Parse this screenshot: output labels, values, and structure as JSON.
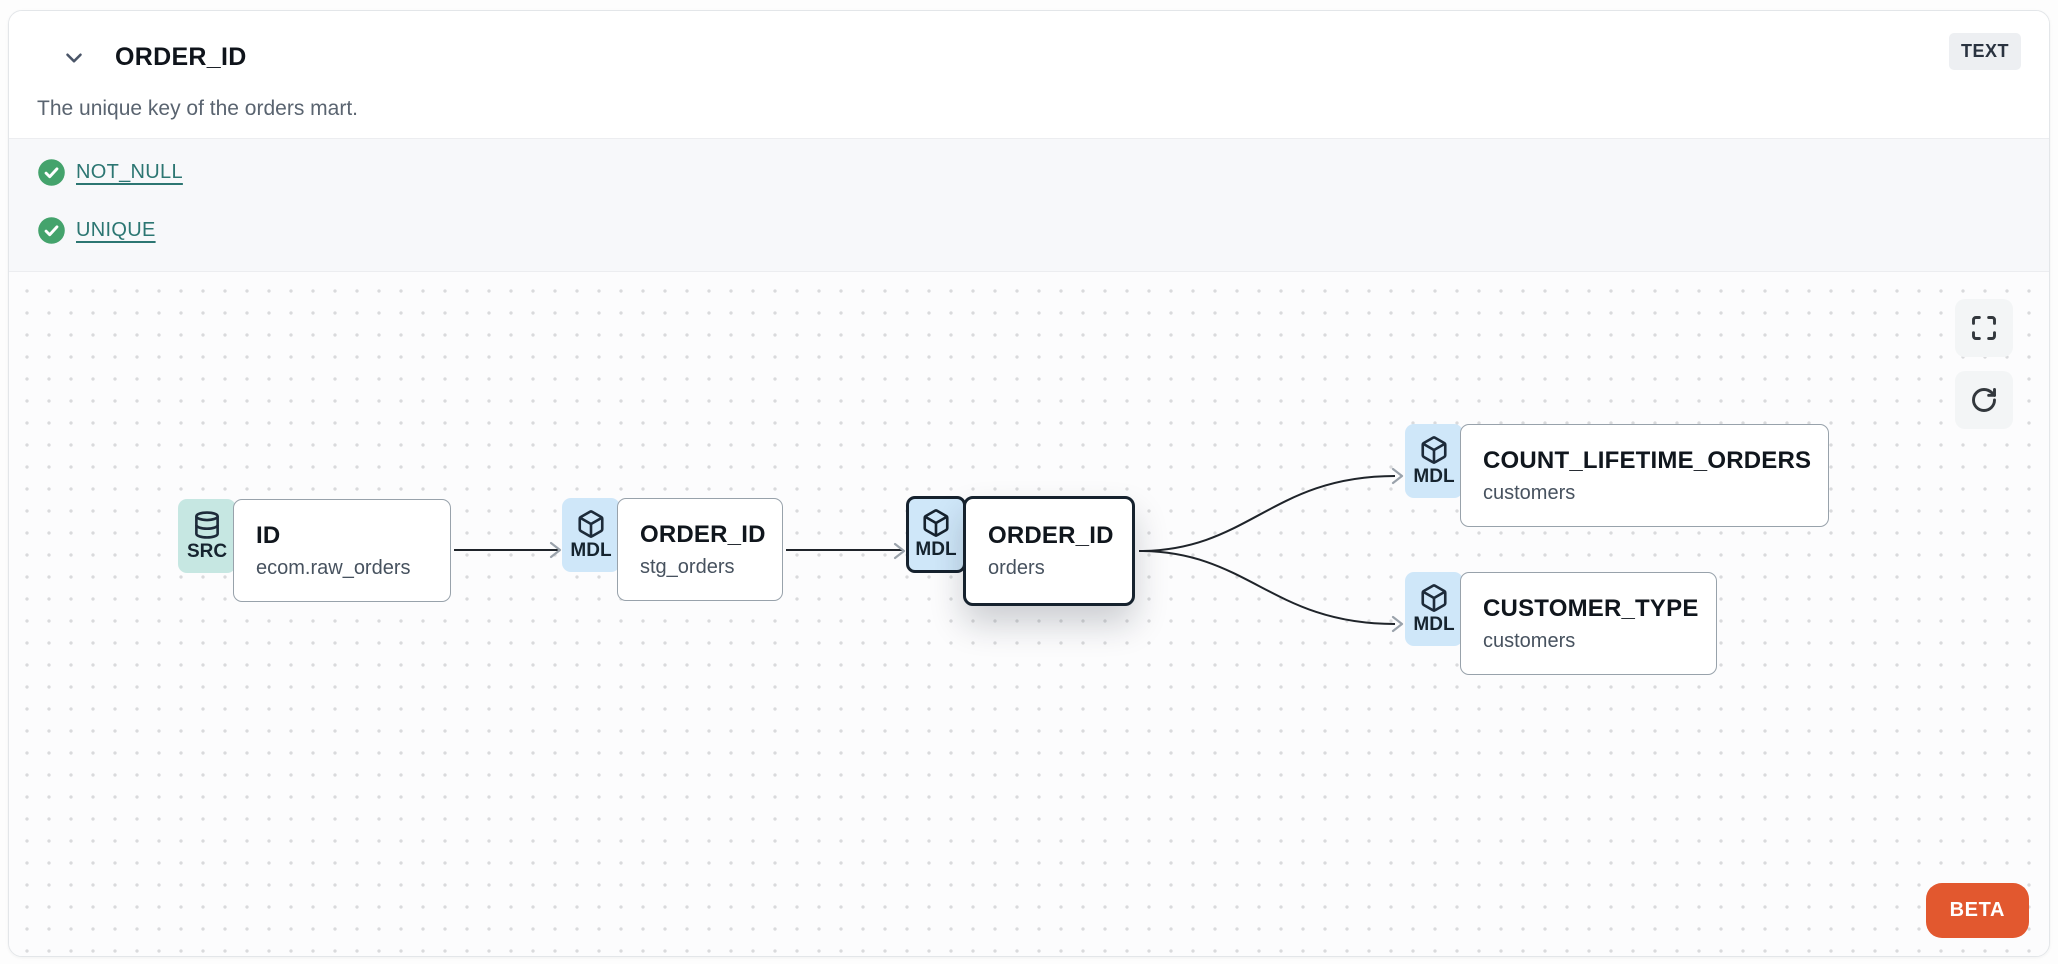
{
  "header": {
    "title": "ORDER_ID",
    "type_badge": "TEXT",
    "description": "The unique key of the orders mart."
  },
  "tests": {
    "items": [
      {
        "label": "NOT_NULL",
        "status": "pass"
      },
      {
        "label": "UNIQUE",
        "status": "pass"
      }
    ]
  },
  "lineage": {
    "nodes": [
      {
        "id": "src-id",
        "badge": "SRC",
        "icon": "database-icon",
        "title": "ID",
        "subtitle": "ecom.raw_orders",
        "selected": false
      },
      {
        "id": "stg-order-id",
        "badge": "MDL",
        "icon": "box-icon",
        "title": "ORDER_ID",
        "subtitle": "stg_orders",
        "selected": false
      },
      {
        "id": "orders-order-id",
        "badge": "MDL",
        "icon": "box-icon",
        "title": "ORDER_ID",
        "subtitle": "orders",
        "selected": true
      },
      {
        "id": "count-lifetime-orders",
        "badge": "MDL",
        "icon": "box-icon",
        "title": "COUNT_LIFETIME_ORDERS",
        "subtitle": "customers",
        "selected": false
      },
      {
        "id": "customer-type",
        "badge": "MDL",
        "icon": "box-icon",
        "title": "CUSTOMER_TYPE",
        "subtitle": "customers",
        "selected": false
      }
    ],
    "edges": [
      {
        "from": "src-id",
        "to": "stg-order-id"
      },
      {
        "from": "stg-order-id",
        "to": "orders-order-id"
      },
      {
        "from": "orders-order-id",
        "to": "count-lifetime-orders"
      },
      {
        "from": "orders-order-id",
        "to": "customer-type"
      }
    ]
  },
  "canvas_controls": {
    "beta_label": "BETA"
  },
  "colors": {
    "test_pass_green": "#44a36c",
    "link_teal": "#2c7672",
    "src_badge_bg": "#c6e7e2",
    "mdl_badge_bg": "#cfe7f9",
    "selected_border": "#16222e",
    "beta_bg": "#e2582f",
    "type_badge_bg": "#edeff2"
  }
}
